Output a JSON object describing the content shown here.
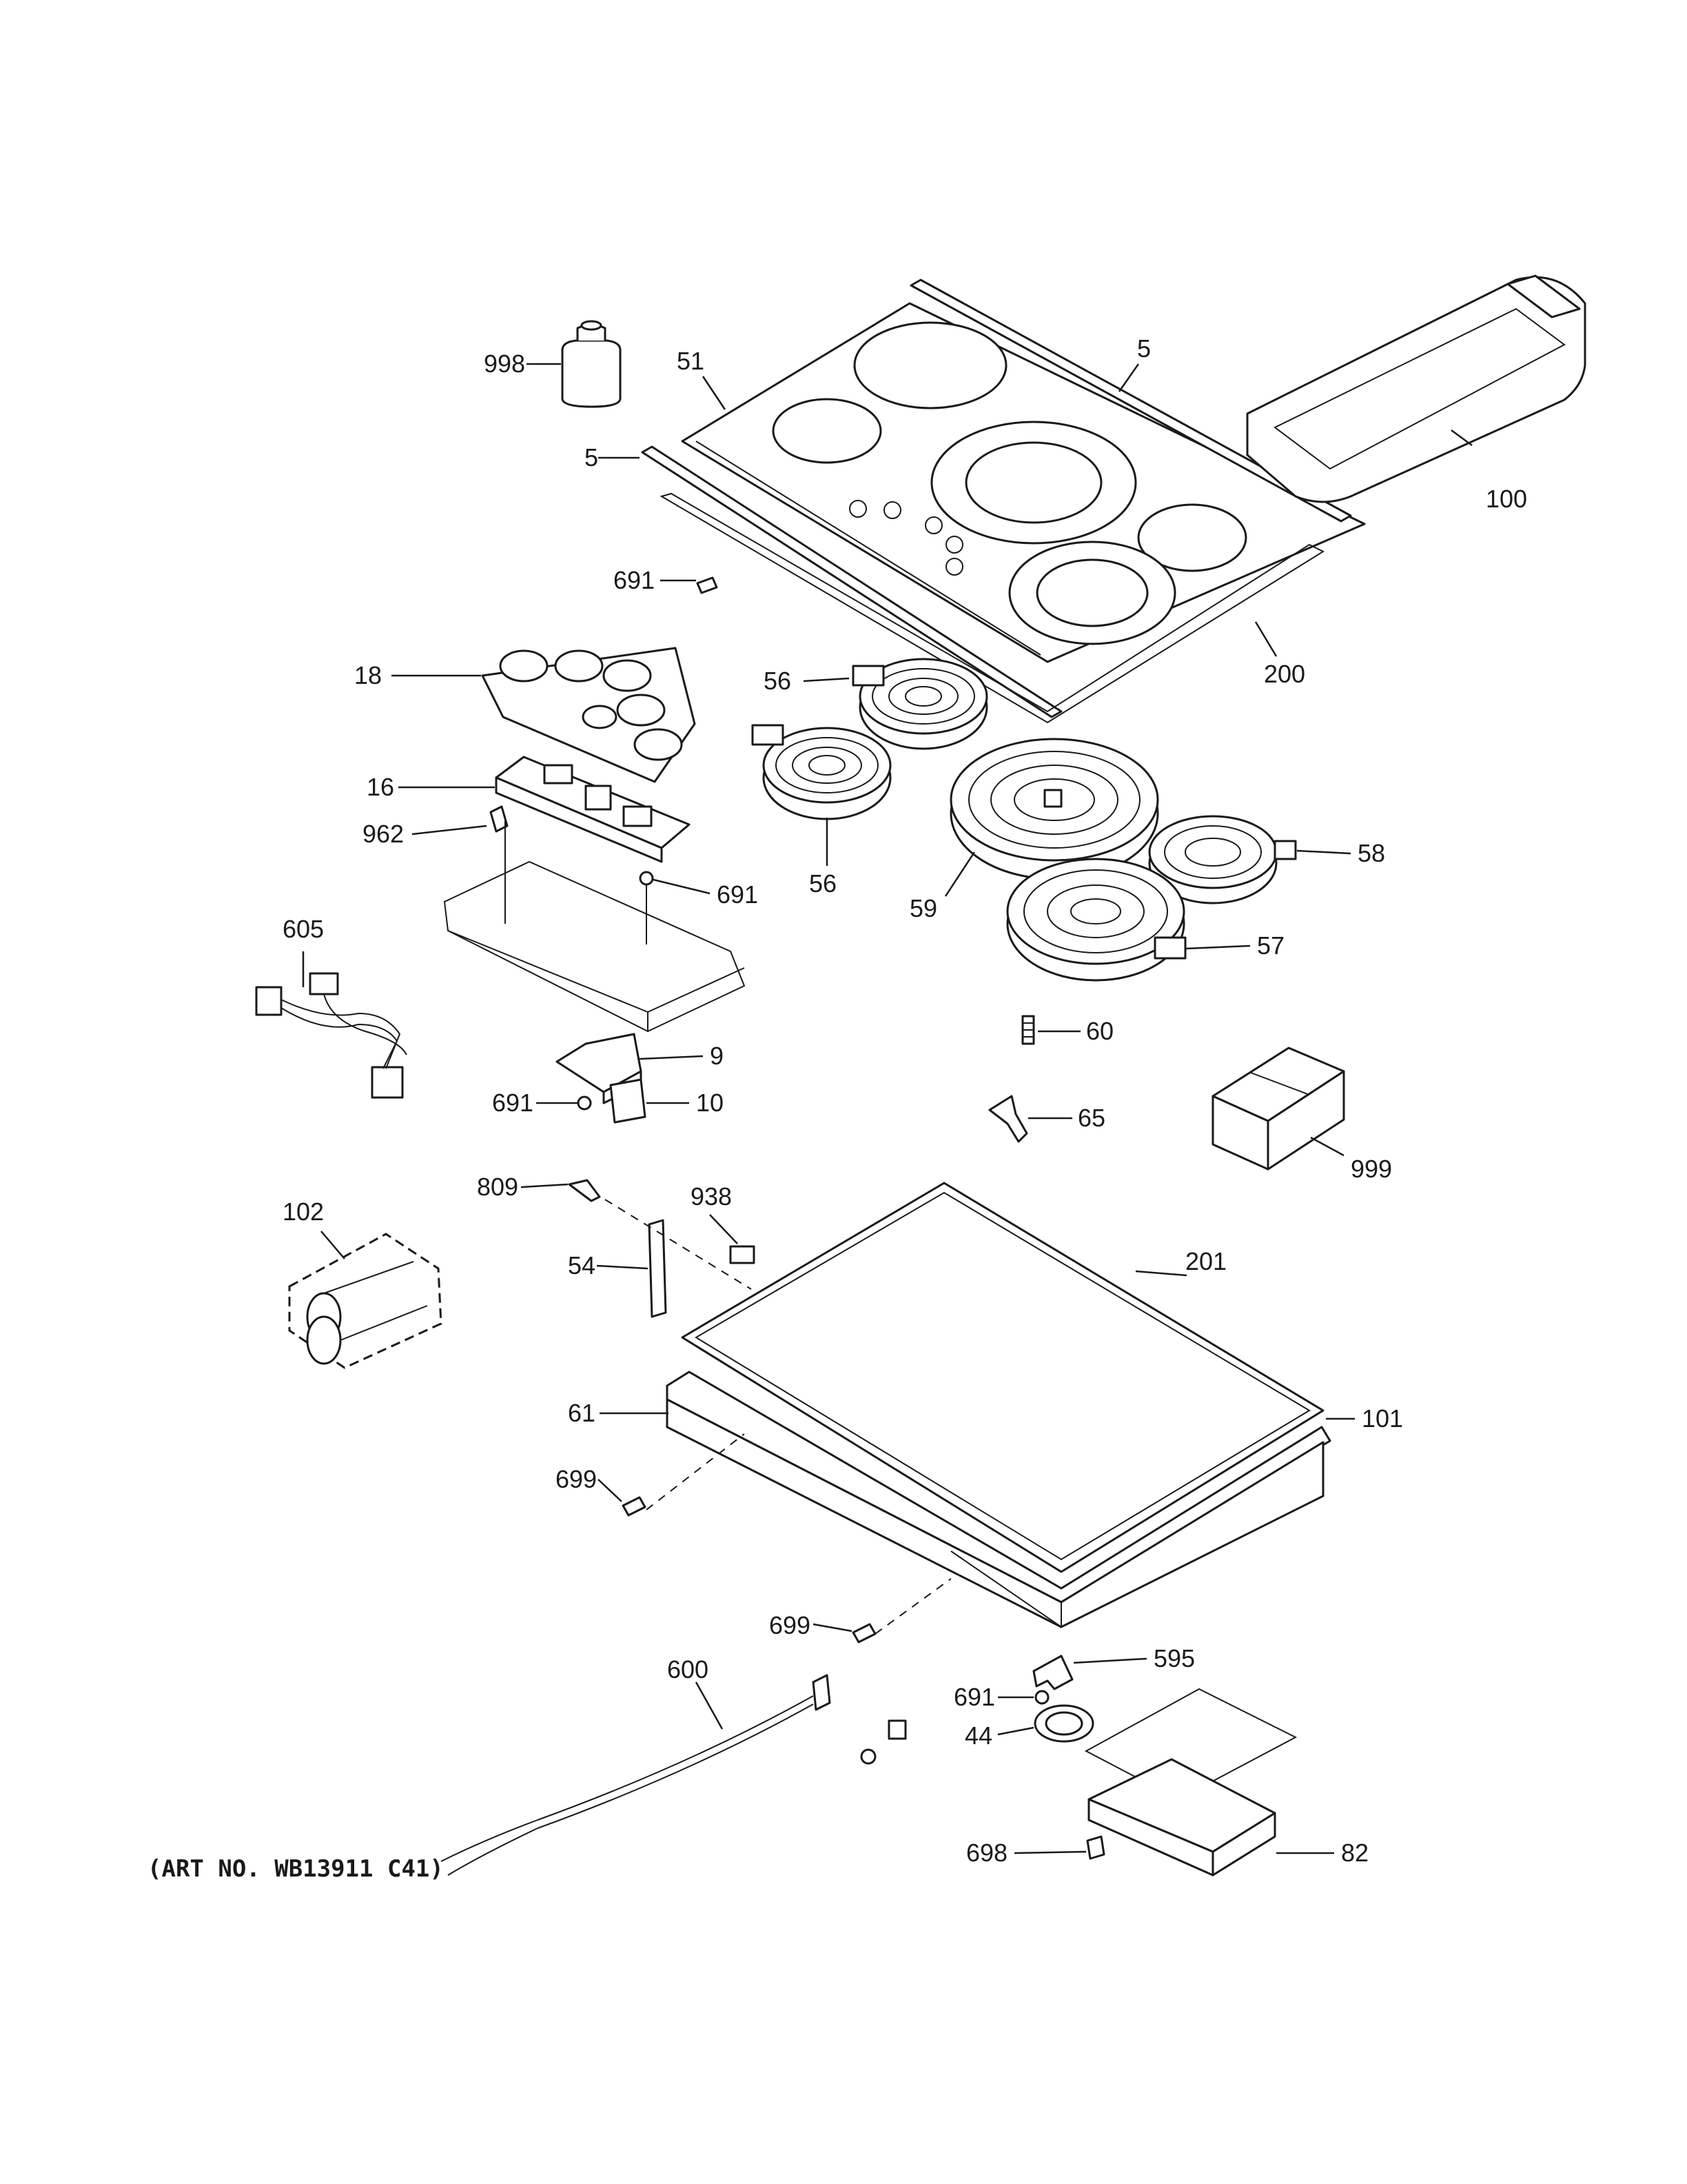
{
  "art_number": "(ART NO. WB13911 C41)",
  "parts": [
    "998",
    "51",
    "5",
    "5",
    "100",
    "691",
    "200",
    "18",
    "56",
    "56",
    "16",
    "962",
    "691",
    "59",
    "58",
    "605",
    "57",
    "60",
    "9",
    "691",
    "10",
    "65",
    "999",
    "809",
    "938",
    "102",
    "54",
    "201",
    "61",
    "101",
    "699",
    "699",
    "595",
    "600",
    "691",
    "44",
    "698",
    "82"
  ]
}
